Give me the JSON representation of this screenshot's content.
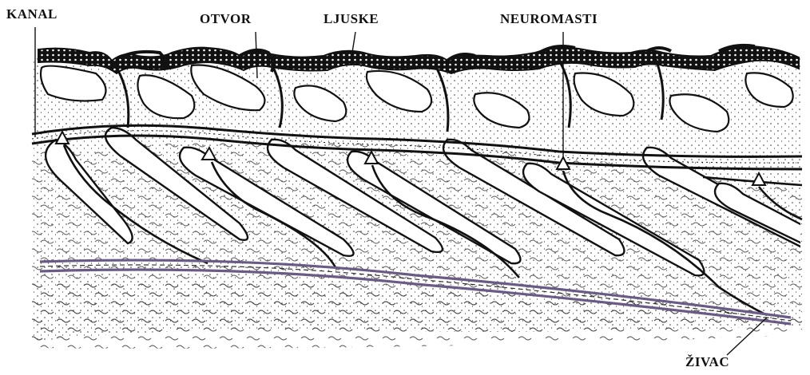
{
  "labels": {
    "kanal": "KANAL",
    "otvor": "OTVOR",
    "ljuske": "LJUSKE",
    "neuromasti": "NEUROMASTI",
    "zivac": "ŽIVAC"
  },
  "colors": {
    "ink": "#111111",
    "nerve_tint": "#6a5a86",
    "background": "#ffffff"
  }
}
